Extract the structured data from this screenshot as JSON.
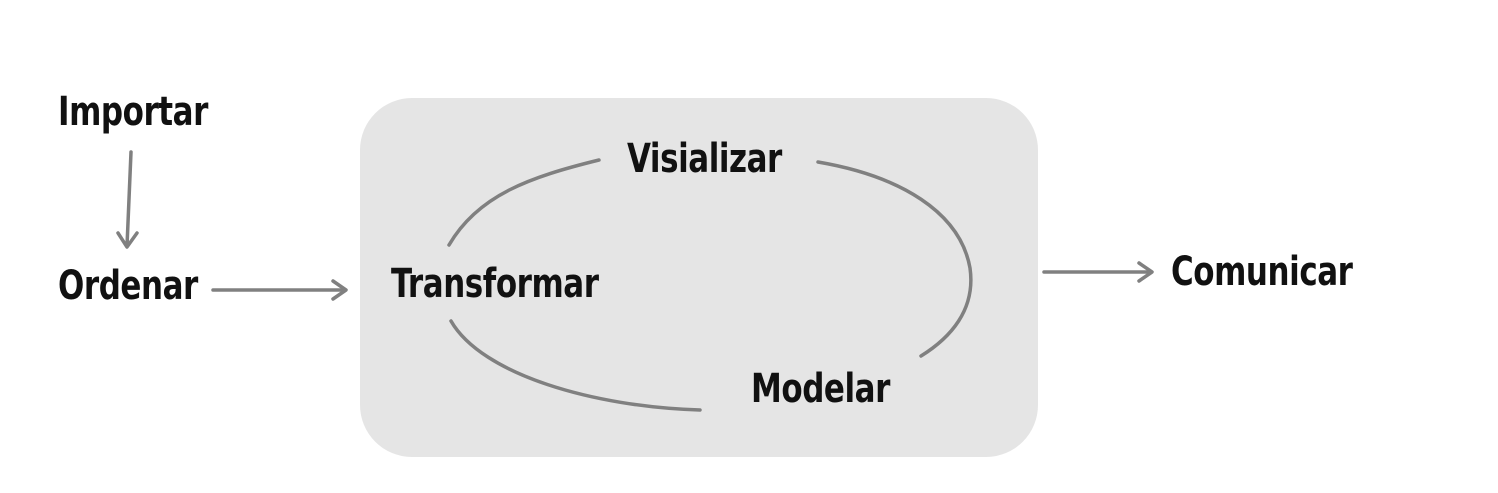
{
  "diagram": {
    "nodes": {
      "import": "Importar",
      "tidy": "Ordenar",
      "transform": "Transformar",
      "visualize": "Visializar",
      "model": "Modelar",
      "communicate": "Comunicar"
    },
    "colors": {
      "box_fill": "#e5e5e5",
      "arrow_stroke": "#808080",
      "text": "#111111"
    }
  }
}
